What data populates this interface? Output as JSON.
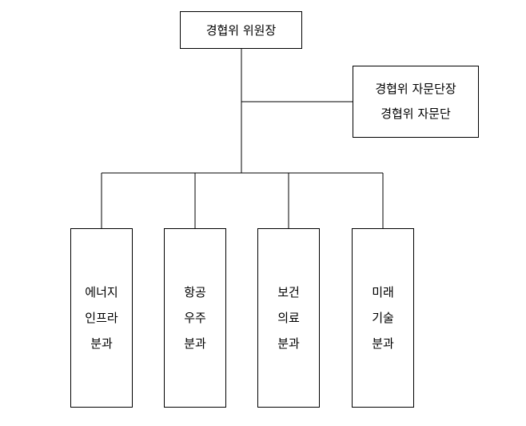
{
  "chair": {
    "title": "경협위 위원장"
  },
  "advisory": {
    "line1": "경협위 자문단장",
    "line2": "경협위 자문단"
  },
  "divisions": [
    {
      "lines": [
        "에너지",
        "인프라",
        "분과"
      ]
    },
    {
      "lines": [
        "항공",
        "우주",
        "분과"
      ]
    },
    {
      "lines": [
        "보건",
        "의료",
        "분과"
      ]
    },
    {
      "lines": [
        "미래",
        "기술",
        "분과"
      ]
    }
  ],
  "colors": {
    "line": "#000000",
    "box_border": "#000000",
    "background": "#ffffff"
  }
}
